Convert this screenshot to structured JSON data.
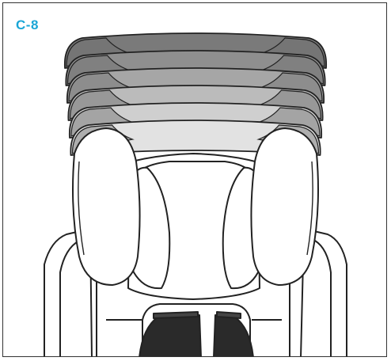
{
  "figure": {
    "label": "C-8"
  },
  "colors": {
    "label": "#1aa6d6",
    "outline": "#222222",
    "headrest_levels": [
      "#e2e2e2",
      "#cfcfcf",
      "#bbbbbb",
      "#a6a6a6",
      "#8f8f8f",
      "#7a7a7a"
    ],
    "ear_shading": "#6f6f6f",
    "seat_fill": "#ffffff",
    "opening_fill": "#2a2a2a"
  },
  "illustration": {
    "subject": "car-seat-headrest-height-adjustment",
    "headrest_level_count": 6
  }
}
